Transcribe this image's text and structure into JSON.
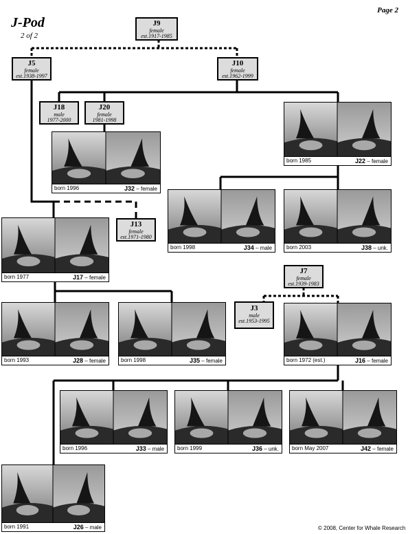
{
  "header": {
    "title": "J-Pod",
    "subtitle": "2 of 2",
    "page": "Page 2"
  },
  "boxes": {
    "j9": {
      "id": "J9",
      "sex": "female",
      "dates": "est.1917-1985"
    },
    "j5": {
      "id": "J5",
      "sex": "female",
      "dates": "est.1938-1997"
    },
    "j10": {
      "id": "J10",
      "sex": "female",
      "dates": "est.1962-1999"
    },
    "j18": {
      "id": "J18",
      "sex": "male",
      "dates": "1977-2000"
    },
    "j20": {
      "id": "J20",
      "sex": "female",
      "dates": "1981-1998"
    },
    "j13": {
      "id": "J13",
      "sex": "female",
      "dates": "est.1971-1980"
    },
    "j7": {
      "id": "J7",
      "sex": "female",
      "dates": "est.1939-1983"
    },
    "j3": {
      "id": "J3",
      "sex": "male",
      "dates": "est.1953-1995"
    }
  },
  "cards": {
    "j32": {
      "born": "born 1996",
      "id": "J32",
      "sex": "female"
    },
    "j22": {
      "born": "born 1985",
      "id": "J22",
      "sex": "female"
    },
    "j34": {
      "born": "born 1998",
      "id": "J34",
      "sex": "male"
    },
    "j38": {
      "born": "born 2003",
      "id": "J38",
      "sex": "unk."
    },
    "j17": {
      "born": "born 1977",
      "id": "J17",
      "sex": "female"
    },
    "j28": {
      "born": "born 1993",
      "id": "J28",
      "sex": "female"
    },
    "j35": {
      "born": "born 1998",
      "id": "J35",
      "sex": "female"
    },
    "j16": {
      "born": "born 1972 (est.)",
      "id": "J16",
      "sex": "female"
    },
    "j33": {
      "born": "born 1996",
      "id": "J33",
      "sex": "male"
    },
    "j36": {
      "born": "born 1999",
      "id": "J36",
      "sex": "unk."
    },
    "j42": {
      "born": "born May 2007",
      "id": "J42",
      "sex": "female"
    },
    "j26": {
      "born": "born 1991",
      "id": "J26",
      "sex": "male"
    }
  },
  "footer": {
    "copyright": "© 2008, Center for Whale Research"
  },
  "colors": {
    "box_fill": "#dcdcdc",
    "line": "#000000"
  }
}
